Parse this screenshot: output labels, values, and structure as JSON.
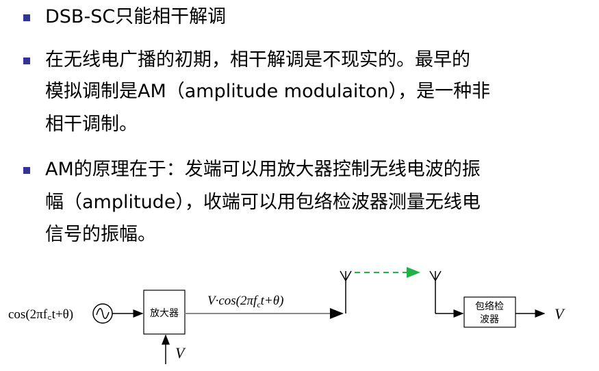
{
  "bullets": [
    {
      "lines": [
        "DSB-SC只能相干解调"
      ]
    },
    {
      "lines": [
        "在无线电广播的初期，相干解调是不现实的。最早的",
        "模拟调制是AM（amplitude modulaiton），是一种非",
        "相干调制。"
      ]
    },
    {
      "lines": [
        "AM的原理在于：发端可以用放大器控制无线电波的振",
        "幅（amplitude），收端可以用包络检波器测量无线电",
        "信号的振幅。"
      ]
    }
  ],
  "diagram": {
    "input_label": "cos(2πf꜀t+θ)",
    "input_parts": {
      "pre": "cos(2π",
      "f": "f",
      "sub": "c",
      "post": "t+θ)"
    },
    "amplifier": "放大器",
    "control_label": "V",
    "signal_label": {
      "pre": "V·cos(2π",
      "f": "f",
      "sub": "c",
      "post": "t+θ)"
    },
    "detector_line1": "包络检",
    "detector_line2": "波器",
    "output_label": "V",
    "colors": {
      "bullet": "#333399",
      "wireless": "#22b04b"
    }
  }
}
